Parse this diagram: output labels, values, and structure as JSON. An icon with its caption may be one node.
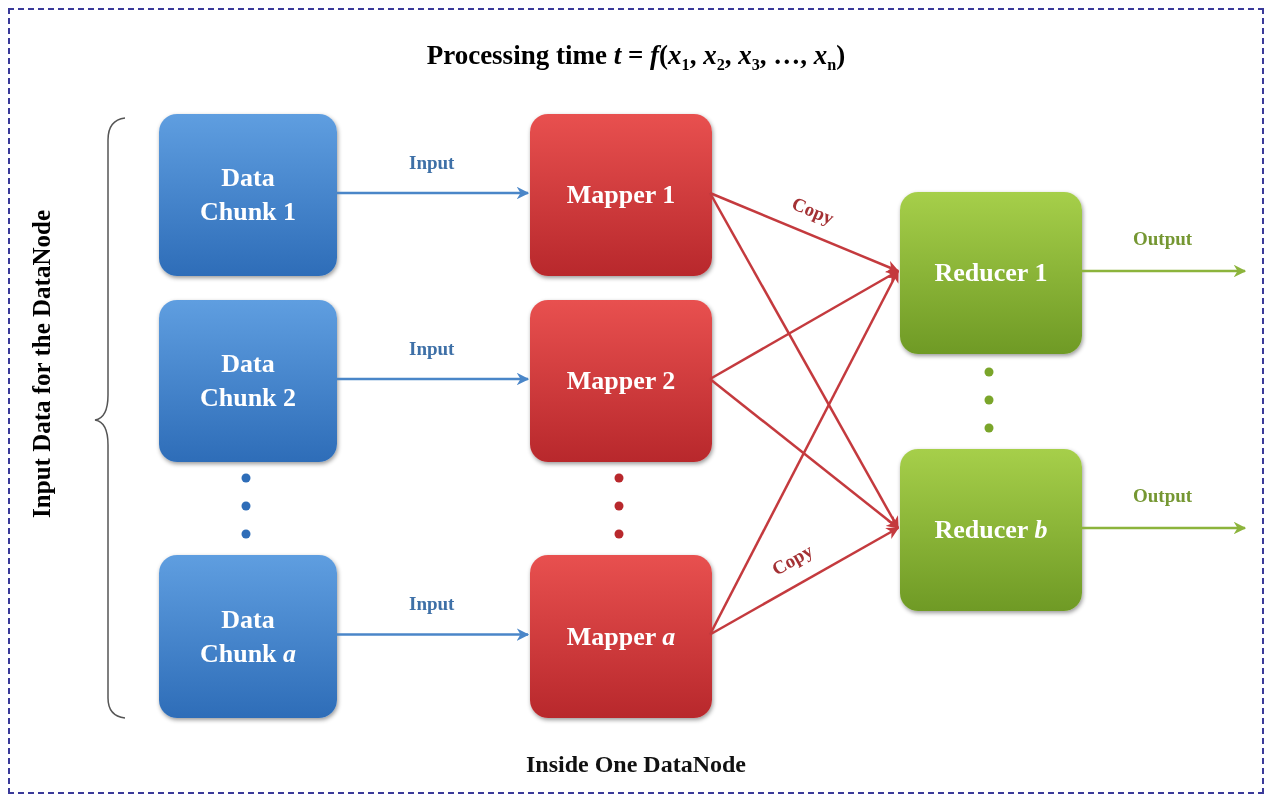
{
  "diagram": {
    "title": "Processing time *t* = *f*(*x*$_{1}$, *x*$_{2}$, *x*$_{3}$, …, *x*$_{n}$)",
    "nodes": [
      {
        "text": [
          "Inside One DataNode"
        ]
      },
      {
        "text": [
          "Data Chunk 1"
        ],
        "in": 0
      },
      {
        "text": [
          "Data Chunk 2"
        ],
        "in": 0
      },
      {
        "text": [
          "Data Chunk *a*"
        ],
        "in": 0
      },
      {
        "text": [
          "Mapper 1"
        ],
        "in": 0
      },
      {
        "text": [
          "Mapper 2"
        ],
        "in": 0
      },
      {
        "text": [
          "Mapper *a*"
        ],
        "in": 0
      },
      {
        "text": [
          "Reducer 1"
        ],
        "in": 0
      },
      {
        "text": [
          "Reducer *b*"
        ],
        "in": 0
      }
    ],
    "edges": [
      {
        "from": 1,
        "to": 4,
        "arrow": "to",
        "label": "Input",
        "color": "#4a86c8"
      },
      {
        "from": 2,
        "to": 5,
        "arrow": "to",
        "label": "Input",
        "color": "#4a86c8"
      },
      {
        "from": 3,
        "to": 6,
        "arrow": "to",
        "label": "Input",
        "color": "#4a86c8"
      },
      {
        "from": 4,
        "to": 7,
        "arrow": "to",
        "label": "Copy"
      },
      {
        "from": 4,
        "to": 8,
        "arrow": "to"
      },
      {
        "from": 5,
        "to": 7,
        "arrow": "to"
      },
      {
        "from": 5,
        "to": 8,
        "arrow": "to"
      },
      {
        "from": 6,
        "to": 7,
        "arrow": "to"
      },
      {
        "from": 6,
        "to": 8,
        "arrow": "to",
        "label": "Copy"
      },
      {
        "from": 7,
        "to": null,
        "arrow": "to",
        "label": "Output",
        "color": "#8cb43c"
      },
      {
        "from": 8,
        "to": null,
        "arrow": "to",
        "label": "Output",
        "color": "#8cb43c"
      }
    ],
    "labels": [
      "Input Data for the DataNode"
    ]
  }
}
